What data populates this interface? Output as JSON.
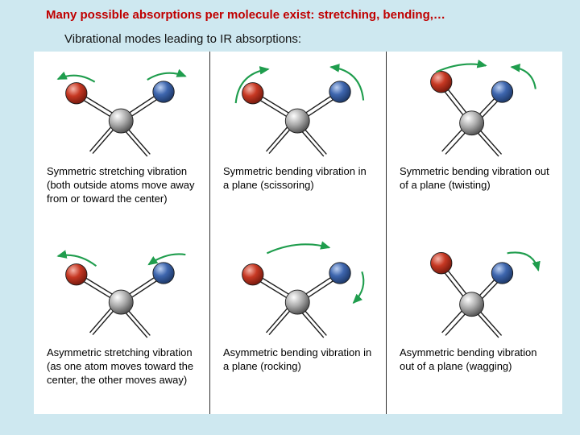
{
  "slide": {
    "title": "Many possible absorptions per molecule exist: stretching, bending,…",
    "subtitle": "Vibrational modes leading to IR absorptions:"
  },
  "diagram": {
    "cells": [
      {
        "id": "symmetric-stretching",
        "caption": "Symmetric stretching vibration (both outside atoms move away from or toward the center)"
      },
      {
        "id": "symmetric-bending-in-plane",
        "caption": "Symmetric bending vibration in a plane (scissoring)"
      },
      {
        "id": "symmetric-bending-out-of-plane",
        "caption": "Symmetric bending vibration out of a plane (twisting)"
      },
      {
        "id": "asymmetric-stretching",
        "caption": "Asymmetric stretching vibration (as one atom moves toward the center, the other moves away)"
      },
      {
        "id": "asymmetric-bending-in-plane",
        "caption": "Asymmetric bending vibration in a plane (rocking)"
      },
      {
        "id": "asymmetric-bending-out-of-plane",
        "caption": "Asymmetric bending vibration out of a plane (wagging)"
      }
    ],
    "colors": {
      "background": "#cee8f0",
      "panel": "#ffffff",
      "title_red": "#c00000",
      "arrow_green": "#1f9d4d",
      "atom_red": "#c63823",
      "atom_blue": "#3e66ae",
      "atom_gray": "#a8a8a8"
    }
  }
}
